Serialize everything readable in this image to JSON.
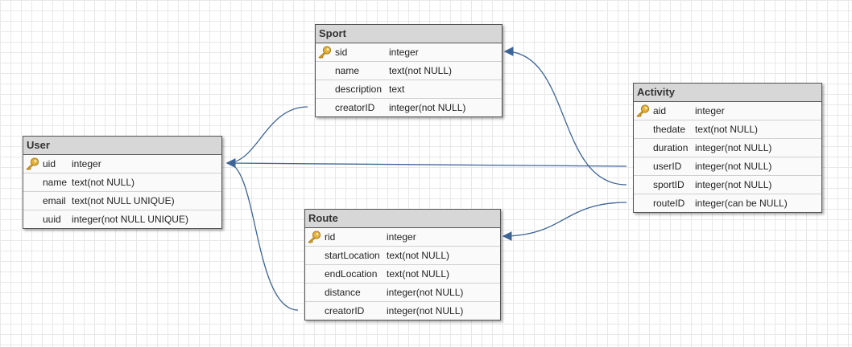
{
  "tables": {
    "sport": {
      "title": "Sport",
      "rows": [
        {
          "name": "sid",
          "type": "integer",
          "key": true,
          "icon": "key-icon"
        },
        {
          "name": "name",
          "type": "text(not NULL)"
        },
        {
          "name": "description",
          "type": "text"
        },
        {
          "name": "creatorID",
          "type": "integer(not NULL)"
        }
      ]
    },
    "user": {
      "title": "User",
      "rows": [
        {
          "name": "uid",
          "type": "integer",
          "key": true,
          "icon": "key-icon"
        },
        {
          "name": "name",
          "type": "text(not NULL)"
        },
        {
          "name": "email",
          "type": "text(not NULL UNIQUE)"
        },
        {
          "name": "uuid",
          "type": "integer(not NULL UNIQUE)"
        }
      ]
    },
    "route": {
      "title": "Route",
      "rows": [
        {
          "name": "rid",
          "type": "integer",
          "key": true,
          "icon": "key-icon"
        },
        {
          "name": "startLocation",
          "type": "text(not NULL)"
        },
        {
          "name": "endLocation",
          "type": "text(not NULL)"
        },
        {
          "name": "distance",
          "type": "integer(not NULL)"
        },
        {
          "name": "creatorID",
          "type": "integer(not NULL)"
        }
      ]
    },
    "activity": {
      "title": "Activity",
      "rows": [
        {
          "name": "aid",
          "type": "integer",
          "key": true,
          "icon": "key-icon"
        },
        {
          "name": "thedate",
          "type": "text(not NULL)"
        },
        {
          "name": "duration",
          "type": "integer(not NULL)"
        },
        {
          "name": "userID",
          "type": "integer(not NULL)"
        },
        {
          "name": "sportID",
          "type": "integer(not NULL)"
        },
        {
          "name": "routeID",
          "type": "integer(can be NULL)"
        }
      ]
    }
  },
  "relationships": [
    {
      "from": "sport.creatorID",
      "to": "user.uid"
    },
    {
      "from": "route.creatorID",
      "to": "user.uid"
    },
    {
      "from": "activity.userID",
      "to": "user.uid"
    },
    {
      "from": "activity.sportID",
      "to": "sport.sid"
    },
    {
      "from": "activity.routeID",
      "to": "route.rid"
    }
  ],
  "colors": {
    "connector": "#3c6496",
    "header_bg": "#d7d7d7",
    "key": "#e5b33d"
  }
}
